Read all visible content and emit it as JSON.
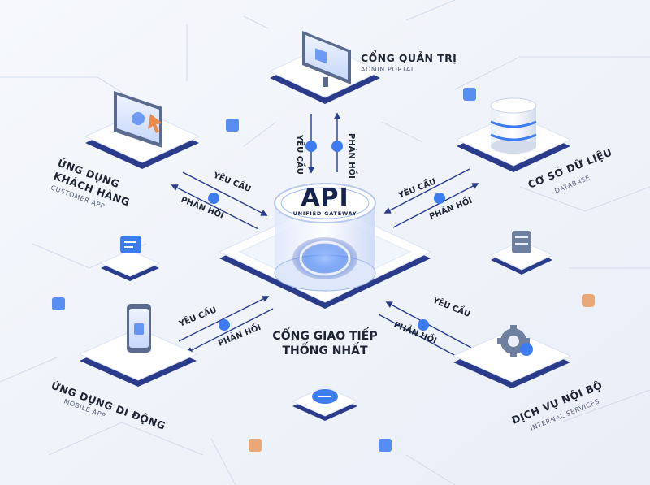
{
  "nodes": {
    "admin": {
      "title": "CỔNG QUẢN TRỊ",
      "subtitle": "ADMIN PORTAL"
    },
    "customer": {
      "title_line1": "ỨNG DỤNG",
      "title_line2": "KHÁCH HÀNG",
      "subtitle": "CUSTOMER APP"
    },
    "database": {
      "title": "CƠ SỞ DỮ LIỆU",
      "subtitle": "DATABASE"
    },
    "mobile": {
      "title": "ỨNG DỤNG DI ĐỘNG",
      "subtitle": "MOBILE APP"
    },
    "internal": {
      "title": "DỊCH VỤ NỘI BỘ",
      "subtitle": "INTERNAL SERVICES"
    }
  },
  "gateway": {
    "api_text": "API",
    "api_subtitle": "UNIFIED GATEWAY",
    "label_line1": "CỔNG GIAO TIẾP",
    "label_line2": "THỐNG NHẤT"
  },
  "flows": {
    "request": "YÊU CẦU",
    "response": "PHẢN HỒI"
  },
  "colors": {
    "background": "#f1f4fa",
    "accent": "#3d7bf0",
    "navy": "#1e2b6e",
    "platform": "#ffffff",
    "platform_edge": "#dde4f1",
    "platform_base": "#2b3b8c"
  }
}
